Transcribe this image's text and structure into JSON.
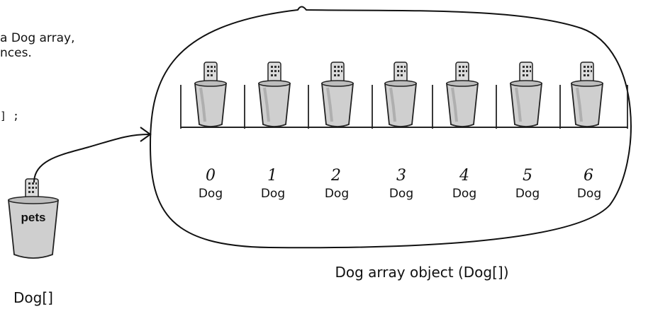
{
  "description_lines": [
    "a Dog array,",
    "nces."
  ],
  "code_fragment": "] ;",
  "array": {
    "indices": [
      "0",
      "1",
      "2",
      "3",
      "4",
      "5",
      "6"
    ],
    "element_type": "Dog",
    "caption": "Dog array object (Dog[])"
  },
  "reference_variable": {
    "name": "pets",
    "type_label": "Dog[]"
  }
}
